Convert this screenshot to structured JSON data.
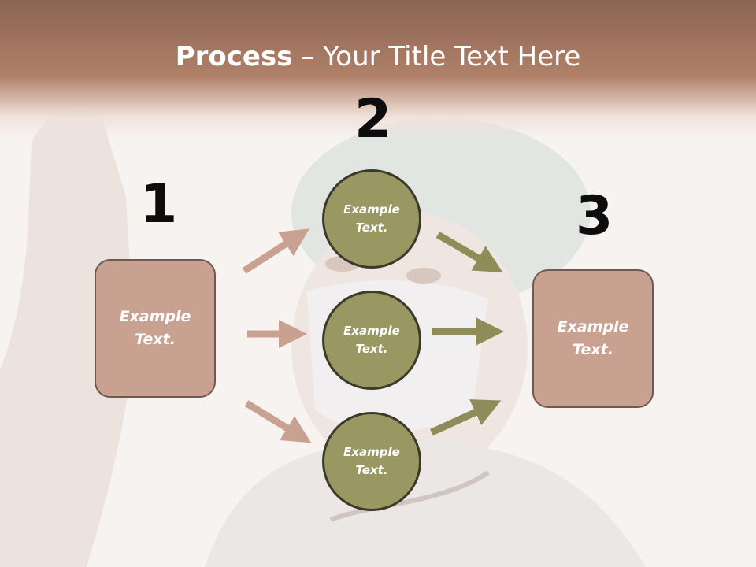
{
  "title": {
    "bold": "Process",
    "rest": " – Your Title Text Here"
  },
  "steps": {
    "one": "1",
    "two": "2",
    "three": "3"
  },
  "boxes": {
    "left": "Example\nText.",
    "right": "Example\nText."
  },
  "circles": {
    "top": "Example\nText.",
    "middle": "Example\nText.",
    "bottom": "Example\nText."
  },
  "colors": {
    "box_fill": "#c9a191",
    "circle_fill": "#999762",
    "arrow_left": "#c9a191",
    "arrow_right": "#8f8c59",
    "header_band": "#a97a63"
  },
  "background": {
    "image": "nurse-with-surgical-mask-photo"
  }
}
